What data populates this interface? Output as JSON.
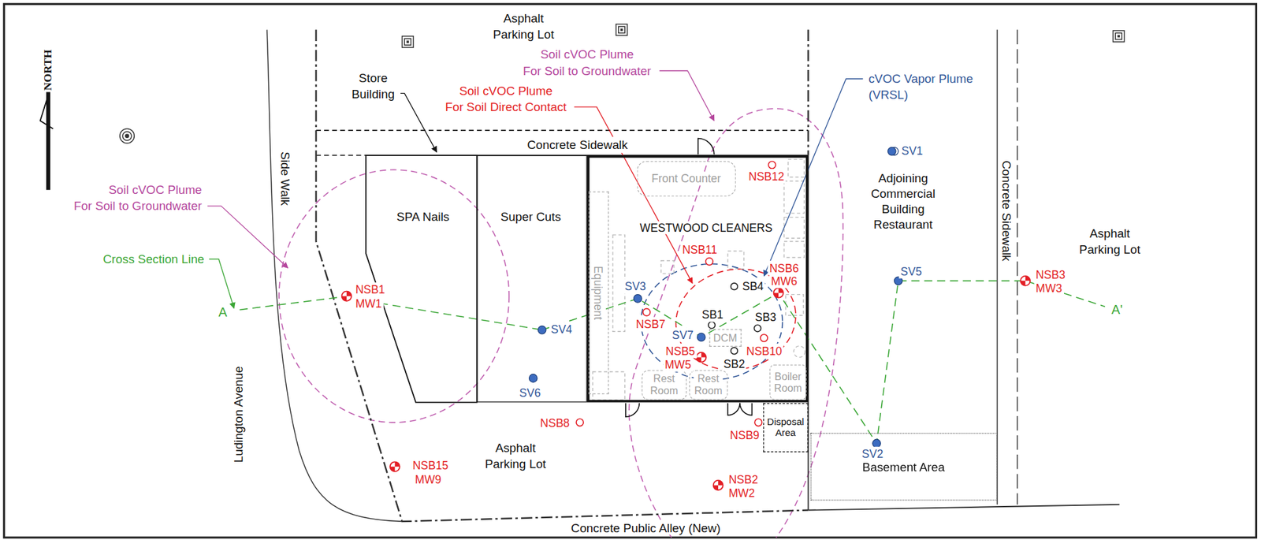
{
  "diagram": {
    "nodes": [
      {
        "text": [
          "WESTWOOD CLEANERS"
        ]
      },
      {
        "text": [
          "Front Counter"
        ],
        "in": 0
      },
      {
        "text": [
          "Equipment"
        ],
        "in": 0
      },
      {
        "text": [
          "Rest Room"
        ],
        "in": 0
      },
      {
        "text": [
          "Rest Room"
        ],
        "in": 0
      },
      {
        "text": [
          "Boiler Room"
        ],
        "in": 0
      },
      {
        "text": [
          "DCM"
        ],
        "in": 0
      },
      {
        "text": [
          "SPA Nails"
        ]
      },
      {
        "text": [
          "Super Cuts"
        ]
      },
      {
        "text": [
          "Disposal Area"
        ]
      },
      {
        "text": [
          "Basement Area"
        ]
      }
    ],
    "labels": [
      "Asphalt Parking Lot",
      "Store Building",
      "Soil cVOC Plume For Soil to Groundwater",
      "Soil cVOC Plume For Soil Direct Contact",
      "cVOC Vapor Plume (VRSL)",
      "Concrete Sidewalk",
      "SV1",
      "Adjoining Commercial Building Restaurant",
      "Concrete Sidewalk",
      "Asphalt Parking Lot",
      "Side Walk",
      "Soil cVOC Plume For Soil to Groundwater",
      "Cross Section Line",
      "A",
      "NSB1",
      "MW1",
      "NSB12",
      "NSB11",
      "NSB6",
      "MW6",
      "SB4",
      "SV3",
      "SB1",
      "SB3",
      "NSB7",
      "SV4",
      "SV7",
      "NSB5",
      "MW5",
      "SB2",
      "NSB10",
      "SV6",
      "NSB8",
      "NSB9",
      "SV5",
      "NSB3",
      "MW3",
      "A'",
      "SV2",
      "NSB15",
      "MW9",
      "NSB2",
      "MW2",
      "Asphalt Parking Lot",
      "Ludington Avenue",
      "Concrete Public Alley (New)",
      "NORTH"
    ]
  }
}
